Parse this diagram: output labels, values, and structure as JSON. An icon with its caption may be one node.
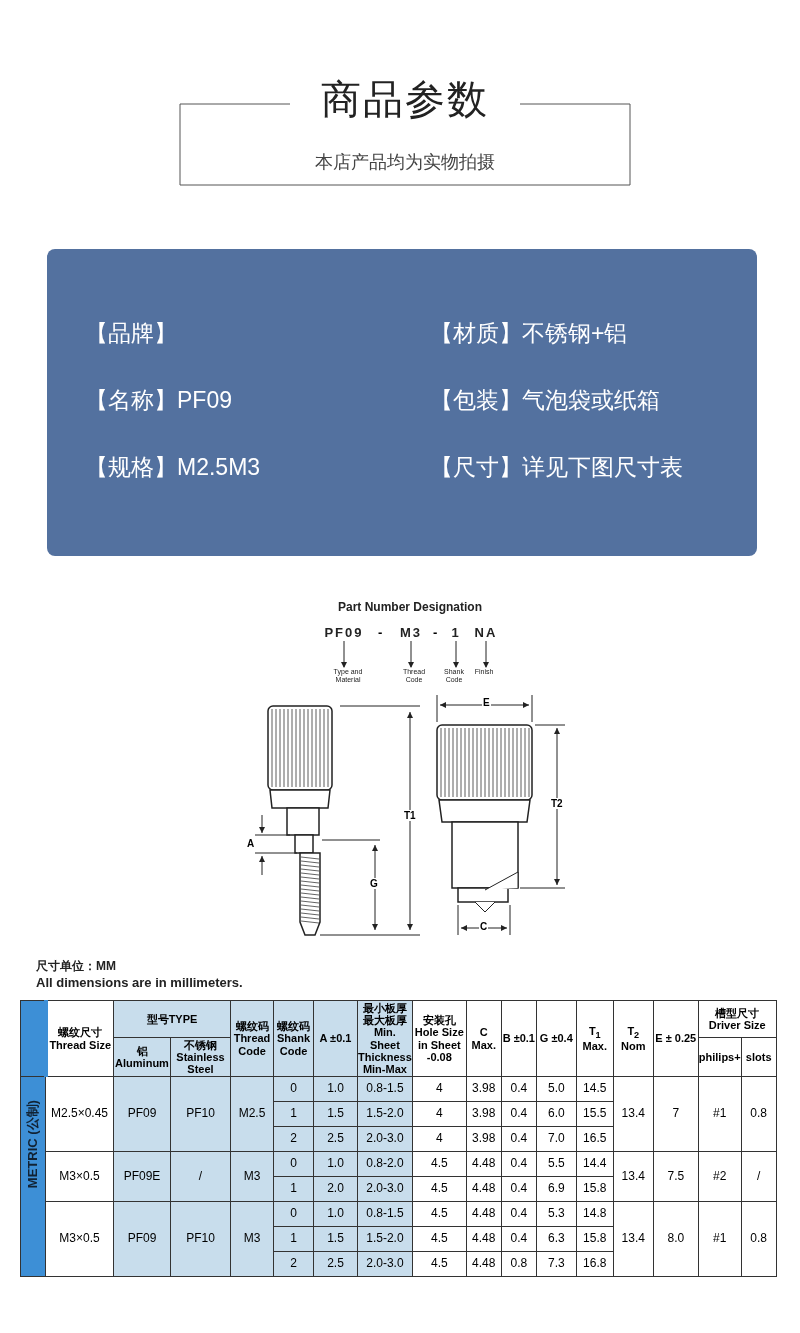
{
  "diagram": {
    "title": "商品参数",
    "nodes": [
      {
        "text": [
          "PF09"
        ]
      },
      {
        "text": [
          "M3"
        ]
      },
      {
        "text": [
          "1"
        ]
      },
      {
        "text": [
          "NA"
        ]
      },
      {
        "text": [
          "Type and Material"
        ]
      },
      {
        "text": [
          "Thread Code"
        ]
      },
      {
        "text": [
          "Shank Code"
        ]
      },
      {
        "text": [
          "Finish"
        ]
      }
    ],
    "edges": [
      {
        "from": 0,
        "to": 4,
        "arrow": "to"
      },
      {
        "from": 1,
        "to": 5,
        "arrow": "to"
      },
      {
        "from": 2,
        "to": 6,
        "arrow": "to"
      },
      {
        "from": 3,
        "to": 7,
        "arrow": "to"
      }
    ],
    "labels": [
      "本店产品均为实物拍摄",
      "【品牌】",
      "【材质】不锈钢+铝",
      "【名称】PF09",
      "【包装】气泡袋或纸箱",
      "【规格】M2.5M3",
      "【尺寸】详见下图尺寸表",
      "Part Number Designation",
      "-",
      "-",
      "E",
      "T2",
      "T1",
      "A",
      "G",
      "C",
      "尺寸单位：MM",
      "All dimensions are in millimeters.",
      "METRIC (公制)",
      "螺纹尺寸 Thread Size",
      "型号TYPE",
      "螺纹码 Thread Code",
      "螺纹码 Shank Code",
      "A ±0.1",
      "最小板厚最大板厚 Min. Sheet Thickness Min-Max",
      "安装孔 Hole Size in Sheet -0.08",
      "C Max.",
      "B ±0.1",
      "G ±0.4",
      "T$_{1}$ Max.",
      "T$_{2}$ Nom",
      "E ± 0.25",
      "槽型尺寸 Driver Size",
      "铝 Aluminum",
      "不锈钢 Stainless Steel",
      "philips+",
      "slots",
      "M2.5×0.45",
      "PF09",
      "PF10",
      "M2.5",
      "0",
      "1.0",
      "0.8-1.5",
      "4",
      "3.98",
      "0.4",
      "5.0",
      "14.5",
      "1",
      "1.5",
      "1.5-2.0",
      "4",
      "3.98",
      "0.4",
      "6.0",
      "15.5",
      "13.4",
      "7",
      "#1",
      "0.8",
      "2",
      "2.5",
      "2.0-3.0",
      "4",
      "3.98",
      "0.4",
      "7.0",
      "16.5",
      "M3×0.5",
      "PF09E",
      "/",
      "M3",
      "0",
      "1.0",
      "0.8-2.0",
      "4.5",
      "4.48",
      "0.4",
      "5.5",
      "14.4",
      "13.4",
      "7.5",
      "#2",
      "/",
      "1",
      "2.0",
      "2.0-3.0",
      "4.5",
      "4.48",
      "0.4",
      "6.9",
      "15.8",
      "M3×0.5",
      "PF09",
      "PF10",
      "M3",
      "0",
      "1.0",
      "0.8-1.5",
      "4.5",
      "4.48",
      "0.4",
      "5.3",
      "14.8",
      "1",
      "1.5",
      "1.5-2.0",
      "4.5",
      "4.48",
      "0.4",
      "6.3",
      "15.8",
      "13.4",
      "8.0",
      "#1",
      "0.8",
      "2",
      "2.5",
      "2.0-3.0",
      "4.5",
      "4.48",
      "0.8",
      "7.3",
      "16.8"
    ]
  }
}
